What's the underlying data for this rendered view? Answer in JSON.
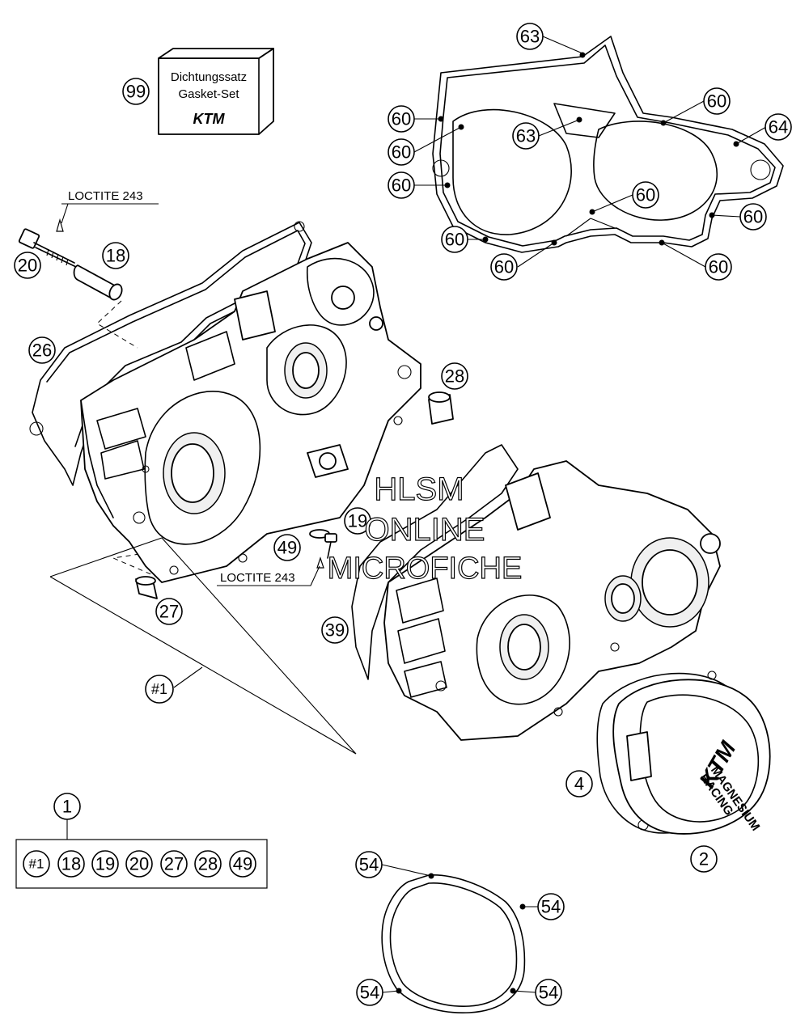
{
  "gasket_set": {
    "number": "99",
    "line1": "Dichtungssatz",
    "line2": "Gasket-Set",
    "logo": "KTM"
  },
  "loctite": {
    "upper": "LOCTITE 243",
    "lower": "LOCTITE 243"
  },
  "callouts": {
    "c63a": "63",
    "c63b": "63",
    "c64": "64",
    "c60a": "60",
    "c60b": "60",
    "c60c": "60",
    "c60d": "60",
    "c60e": "60",
    "c60f": "60",
    "c60g": "60",
    "c60h": "60",
    "c60i": "60",
    "c20": "20",
    "c18": "18",
    "c26": "26",
    "c28": "28",
    "c19": "19",
    "c49": "49",
    "c27": "27",
    "c39": "39",
    "c1set": "#1",
    "c4": "4",
    "c2": "2",
    "c1": "1",
    "c54a": "54",
    "c54b": "54",
    "c54c": "54",
    "c54d": "54"
  },
  "kit_items": [
    "#1",
    "18",
    "19",
    "20",
    "27",
    "28",
    "49"
  ],
  "cover_logo": {
    "brand": "KTM",
    "line1": "RACING",
    "line2": "MAGNESIUM"
  },
  "watermark": {
    "line1": "HLSM",
    "line2": "ONLINE",
    "line3": "MICROFICHE"
  }
}
